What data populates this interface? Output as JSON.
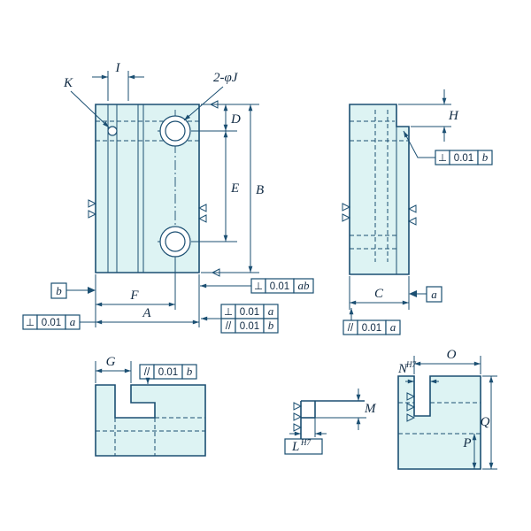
{
  "colors": {
    "line": "#1b4f72",
    "fill": "#ddf3f3",
    "text": "#102a43",
    "frame": "#ffffff"
  },
  "labels": {
    "I": "I",
    "K": "K",
    "holes": "2-φJ",
    "D": "D",
    "E": "E",
    "B": "B",
    "F": "F",
    "A": "A",
    "H": "H",
    "C": "C",
    "G": "G",
    "M": "M",
    "O": "O",
    "P": "P",
    "Q": "Q",
    "N": "N",
    "L": "L",
    "h7": "H7"
  },
  "datums": {
    "a": "a",
    "b": "b"
  },
  "frames": {
    "front_bl": {
      "sym": "⊥",
      "val": "0.01",
      "ref": "a"
    },
    "front_r": {
      "sym": "⊥",
      "val": "0.01",
      "ref": "ab"
    },
    "front_s1": {
      "sym": "⊥",
      "val": "0.01",
      "ref": "a"
    },
    "front_s2": {
      "sym": "//",
      "val": "0.01",
      "ref": "b"
    },
    "side_r": {
      "sym": "⊥",
      "val": "0.01",
      "ref": "b"
    },
    "side_b": {
      "sym": "//",
      "val": "0.01",
      "ref": "a"
    },
    "plan_t": {
      "sym": "//",
      "val": "0.01",
      "ref": "b"
    }
  }
}
